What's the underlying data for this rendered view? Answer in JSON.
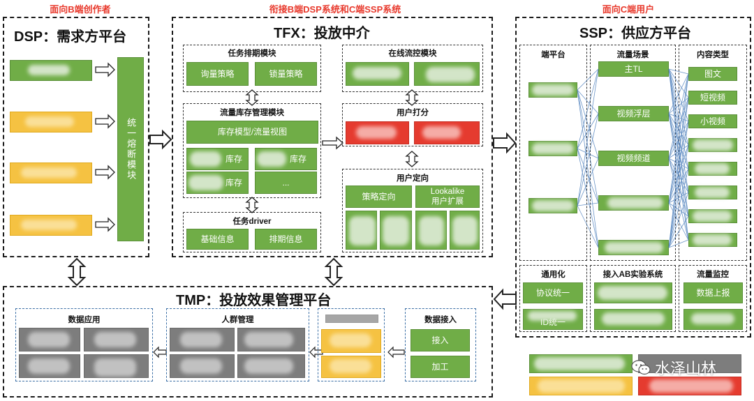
{
  "labels": {
    "left": "面向B端创作者",
    "middle": "衔接B端DSP系统和C端SSP系统",
    "right": "面向C端用户"
  },
  "dsp": {
    "title": "DSP：需求方平台",
    "fuse": "统一熔断模块"
  },
  "tfx": {
    "title": "TFX：投放中介",
    "schedule": {
      "title": "任务排期模块",
      "a": "询量策略",
      "b": "锁量策略"
    },
    "inventory": {
      "title": "流量库存管理模块",
      "main": "库存模型/流量视图",
      "c1": "库存",
      "c2": "库存",
      "c3": "库存",
      "dots": "..."
    },
    "driver": {
      "title": "任务driver",
      "a": "基础信息",
      "b": "排期信息"
    },
    "flow": {
      "title": "在线流控模块"
    },
    "score": {
      "title": "用户打分"
    },
    "target": {
      "title": "用户定向",
      "a": "策略定向",
      "b": "Lookalike\n用户扩展"
    }
  },
  "ssp": {
    "title": "SSP：供应方平台",
    "col1": "端平台",
    "col2": "流量场景",
    "col3": "内容类型",
    "scenes": [
      "主TL",
      "视频浮层",
      "视频频道"
    ],
    "types": [
      "图文",
      "短视频",
      "小视频"
    ],
    "general": {
      "title": "通用化",
      "a": "协议统一",
      "b": "ID统一"
    },
    "ab": {
      "title": "接入AB实验系统"
    },
    "monitor": {
      "title": "流量监控",
      "a": "数据上报"
    }
  },
  "tmp": {
    "title": "TMP：投放效果管理平台",
    "app": "数据应用",
    "crowd": "人群管理",
    "ingest": {
      "title": "数据接入",
      "a": "接入",
      "b": "加工"
    }
  },
  "watermark": "水泽山林",
  "colors": {
    "green": "#70ad47",
    "yellow": "#f5c242",
    "red": "#e53b2f",
    "gray": "#7d7d7d",
    "accent": "#e8392c"
  }
}
